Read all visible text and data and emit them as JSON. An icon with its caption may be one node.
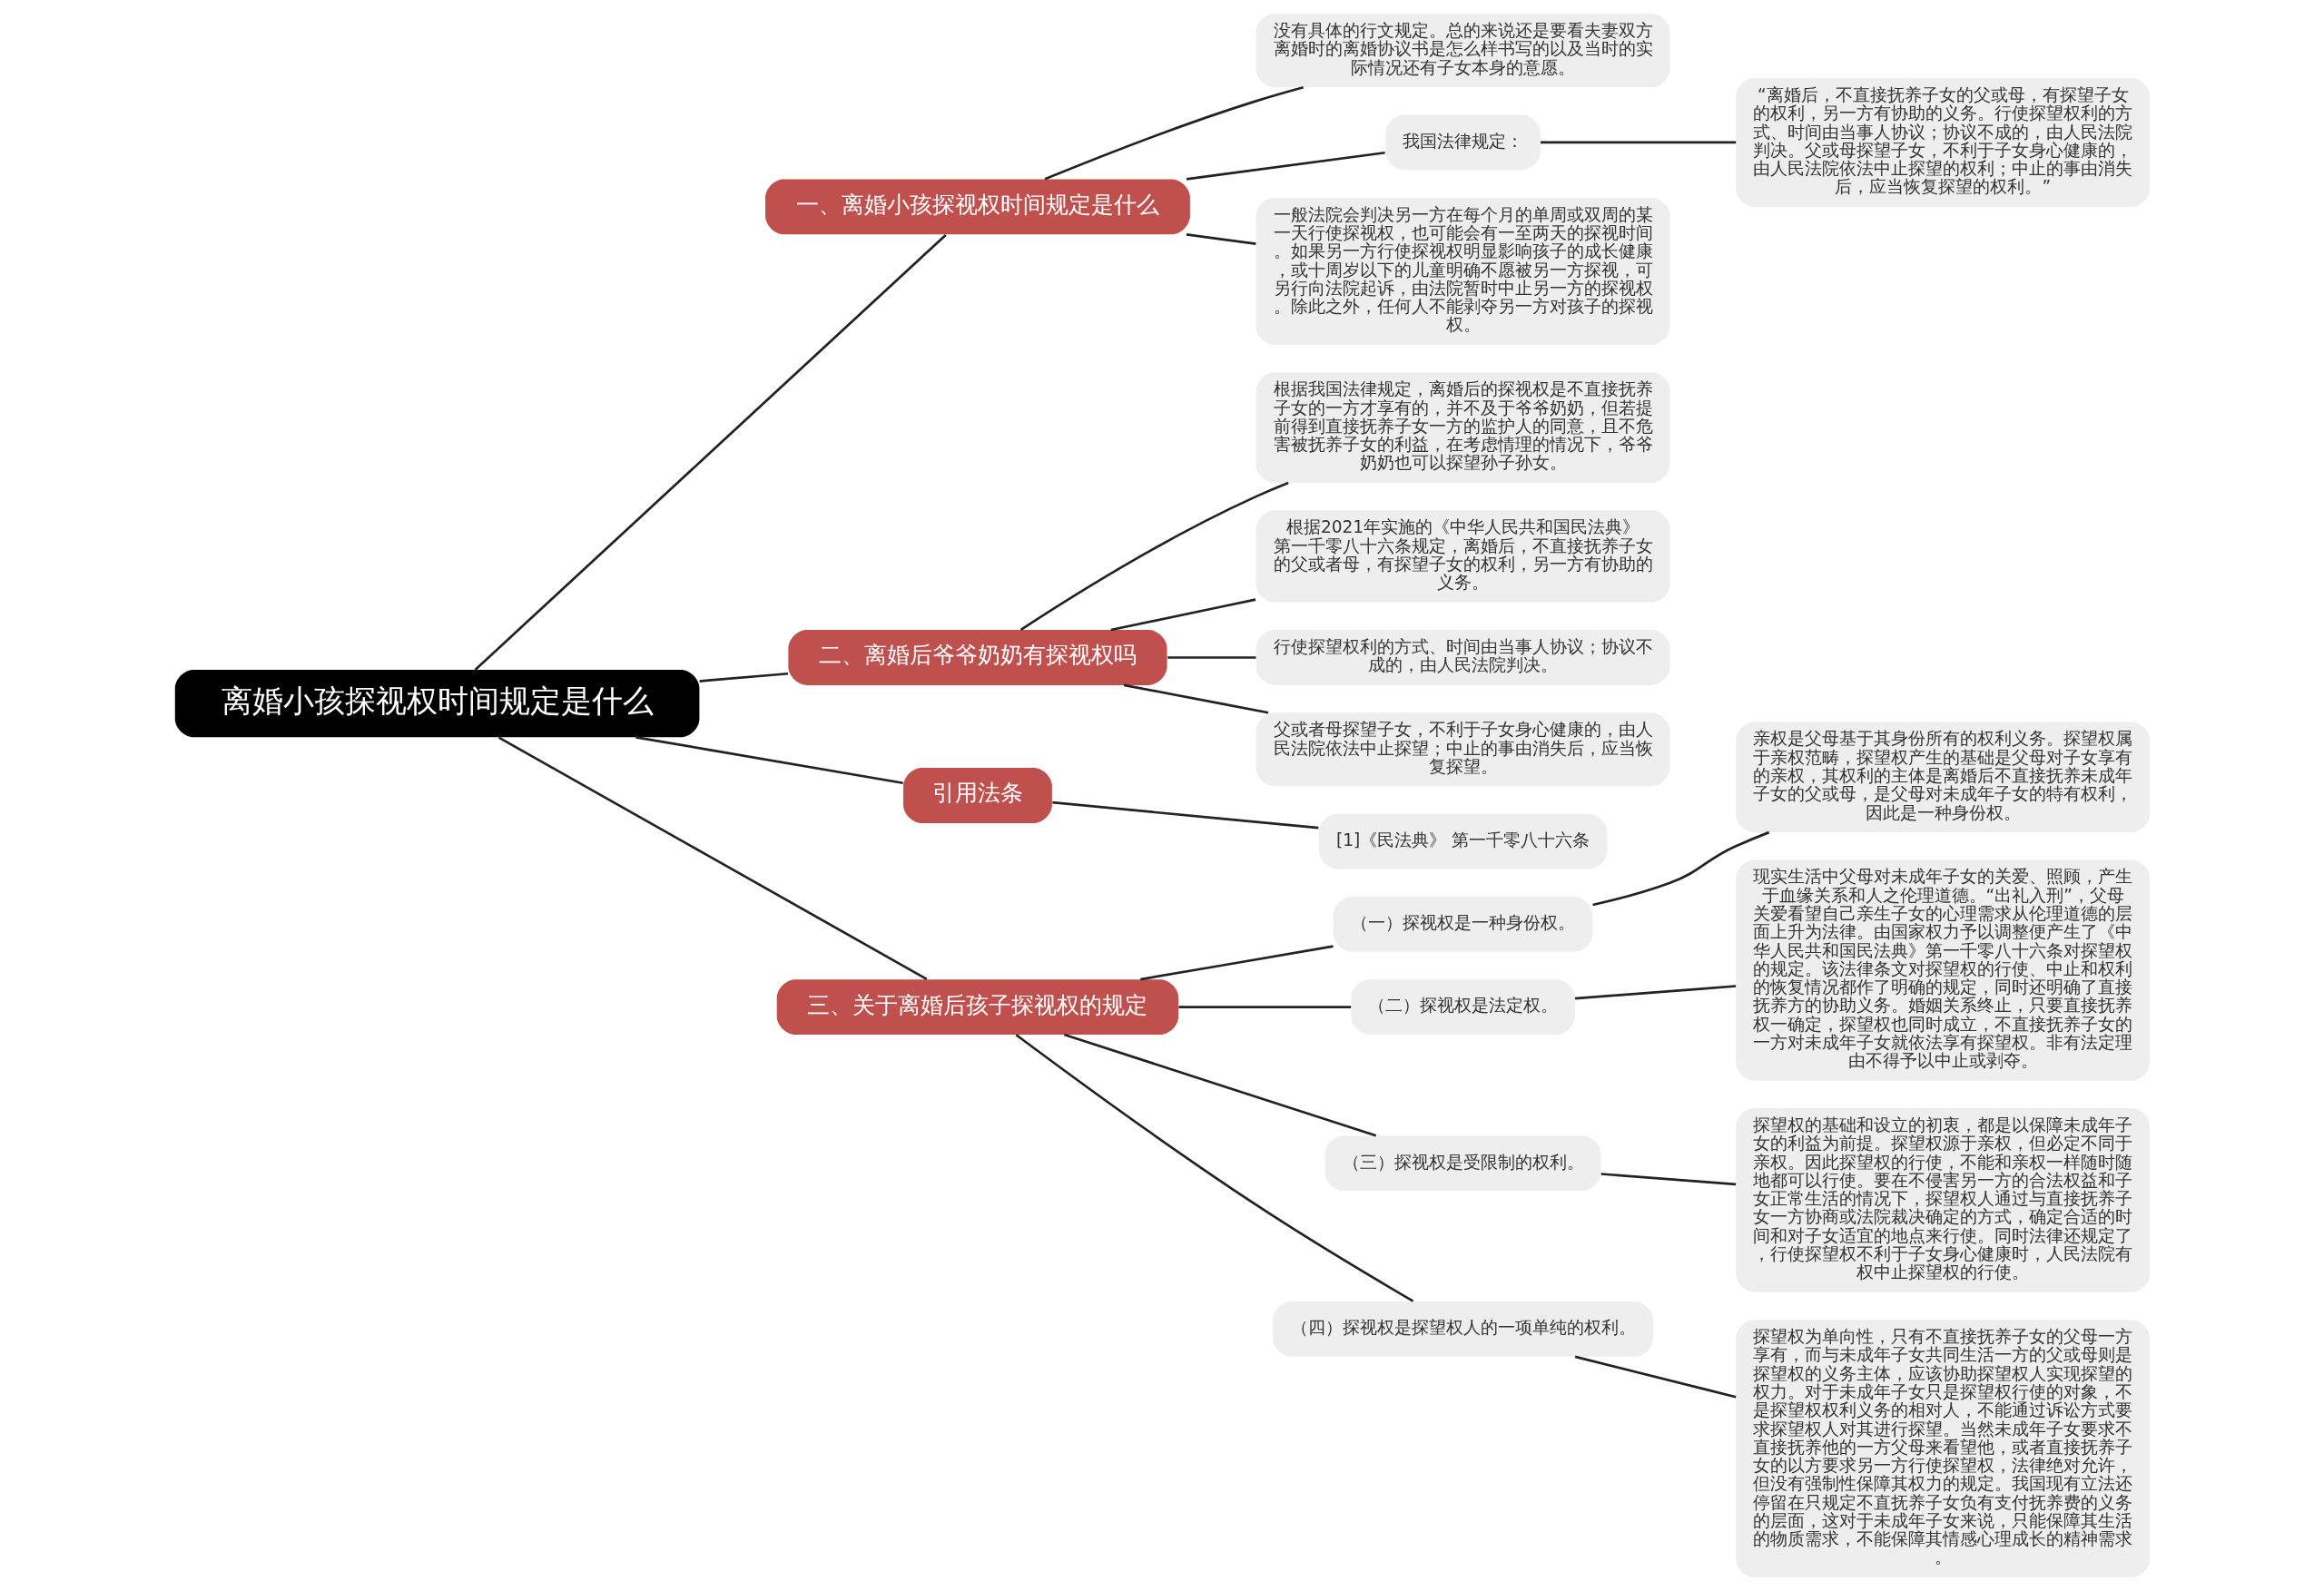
{
  "diagram": {
    "nodes": [
      {
        "text": [
          "离婚小孩探视权时间规定是什么"
        ]
      },
      {
        "text": [
          "一、离婚小孩探视权时间规定是什么"
        ]
      },
      {
        "text": [
          "没有具体的行文规定。总的来说还是要看夫妻双方离婚时的离婚协议书是怎么样书写的以及当时的实际情况还有子女本身的意愿。"
        ]
      },
      {
        "text": [
          "我国法律规定："
        ]
      },
      {
        "text": [
          "“离婚后，不直接抚养子女的父或母，有探望子女的权利，另一方有协助的义务。行使探望权利的方式、时间由当事人协议；协议不成的，由人民法院判决。父或母探望子女，不利于子女身心健康的，由人民法院依法中止探望的权利；中止的事由消失后，应当恢复探望的权利。”"
        ]
      },
      {
        "text": [
          "一般法院会判决另一方在每个月的单周或双周的某一天行使探视权，也可能会有一至两天的探视时间。如果另一方行使探视权明显影响孩子的成长健康，或十周岁以下的儿童明确不愿被另一方探视，可另行向法院起诉，由法院暂时中止另一方的探视权。除此之外，任何人不能剥夺另一方对孩子的探视权。"
        ]
      },
      {
        "text": [
          "二、离婚后爷爷奶奶有探视权吗"
        ]
      },
      {
        "text": [
          "根据我国法律规定，离婚后的探视权是不直接抚养子女的一方才享有的，并不及于爷爷奶奶，但若提前得到直接抚养子女一方的监护人的同意，且不危害被抚养子女的利益，在考虑情理的情况下，爷爷奶奶也可以探望孙子孙女。"
        ]
      },
      {
        "text": [
          "根据2021年实施的《中华人民共和国民法典》第一千零八十六条规定，离婚后，不直接抚养子女的父或者母，有探望子女的权利，另一方有协助的义务。"
        ]
      },
      {
        "text": [
          "行使探望权利的方式、时间由当事人协议；协议不成的，由人民法院判决。"
        ]
      },
      {
        "text": [
          "父或者母探望子女，不利于子女身心健康的，由人民法院依法中止探望；中止的事由消失后，应当恢复探望。"
        ]
      },
      {
        "text": [
          "引用法条"
        ]
      },
      {
        "text": [
          "[1]《民法典》 第一千零八十六条"
        ]
      },
      {
        "text": [
          "三、关于离婚后孩子探视权的规定"
        ]
      },
      {
        "text": [
          "（一）探视权是一种身份权。"
        ]
      },
      {
        "text": [
          "亲权是父母基于其身份所有的权利义务。探望权属于亲权范畴，探望权产生的基础是父母对子女享有的亲权，其权利的主体是离婚后不直接抚养未成年子女的父或母，是父母对未成年子女的特有权利，因此是一种身份权。"
        ]
      },
      {
        "text": [
          "（二）探视权是法定权。"
        ]
      },
      {
        "text": [
          "现实生活中父母对未成年子女的关爱、照顾，产生于血缘关系和人之伦理道德。“出礼入刑”，父母关爱看望自己亲生子女的心理需求从伦理道德的层面上升为法律。由国家权力予以调整便产生了《中华人民共和国民法典》第一千零八十六条对探望权的规定。该法律条文对探望权的行使、中止和权利的恢复情况都作了明确的规定，同时还明确了直接抚养方的协助义务。婚姻关系终止，只要直接抚养权一确定，探望权也同时成立，不直接抚养子女的一方对未成年子女就依法享有探望权。非有法定理由不得予以中止或剥夺。"
        ]
      },
      {
        "text": [
          "（三）探视权是受限制的权利。"
        ]
      },
      {
        "text": [
          "探望权的基础和设立的初衷，都是以保障未成年子女的利益为前提。探望权源于亲权，但必定不同于亲权。因此探望权的行使，不能和亲权一样随时随地都可以行使。要在不侵害另一方的合法权益和子女正常生活的情况下，探望权人通过与直接抚养子女一方协商或法院裁决确定的方式，确定合适的时间和对子女适宜的地点来行使。同时法律还规定了，行使探望权不利于子女身心健康时，人民法院有权中止探望权的行使。"
        ]
      },
      {
        "text": [
          "（四）探视权是探望权人的一项单纯的权利。"
        ]
      },
      {
        "text": [
          "探望权为单向性，只有不直接抚养子女的父母一方享有，而与未成年子女共同生活一方的父或母则是探望权的义务主体，应该协助探望权人实现探望的权力。对于未成年子女只是探望权行使的对象，不是探望权权利义务的相对人，不能通过诉讼方式要求探望权人对其进行探望。当然未成年子女要求不直接抚养他的一方父母来看望他，或者直接抚养子女的以方要求另一方行使探望权，法律绝对允许，但没有强制性保障其权力的规定。我国现有立法还停留在只规定不直抚养子女负有支付抚养费的义务的层面，这对于未成年子女来说，只能保障其生活的物质需求，不能保障其情感心理成长的精神需求。"
        ]
      }
    ],
    "edges": [
      {
        "from": 0,
        "to": 1,
        "arrow": "none"
      },
      {
        "from": 1,
        "to": 2,
        "arrow": "none"
      },
      {
        "from": 1,
        "to": 3,
        "arrow": "none"
      },
      {
        "from": 3,
        "to": 4,
        "arrow": "none"
      },
      {
        "from": 1,
        "to": 5,
        "arrow": "none"
      },
      {
        "from": 0,
        "to": 6,
        "arrow": "none"
      },
      {
        "from": 6,
        "to": 7,
        "arrow": "none"
      },
      {
        "from": 6,
        "to": 8,
        "arrow": "none"
      },
      {
        "from": 6,
        "to": 9,
        "arrow": "none"
      },
      {
        "from": 6,
        "to": 10,
        "arrow": "none"
      },
      {
        "from": 0,
        "to": 11,
        "arrow": "none"
      },
      {
        "from": 11,
        "to": 12,
        "arrow": "none"
      },
      {
        "from": 0,
        "to": 13,
        "arrow": "none"
      },
      {
        "from": 13,
        "to": 14,
        "arrow": "none"
      },
      {
        "from": 14,
        "to": 15,
        "arrow": "none"
      },
      {
        "from": 13,
        "to": 16,
        "arrow": "none"
      },
      {
        "from": 16,
        "to": 17,
        "arrow": "none"
      },
      {
        "from": 13,
        "to": 18,
        "arrow": "none"
      },
      {
        "from": 18,
        "to": 19,
        "arrow": "none"
      },
      {
        "from": 13,
        "to": 20,
        "arrow": "none"
      },
      {
        "from": 20,
        "to": 21,
        "arrow": "none"
      }
    ]
  }
}
